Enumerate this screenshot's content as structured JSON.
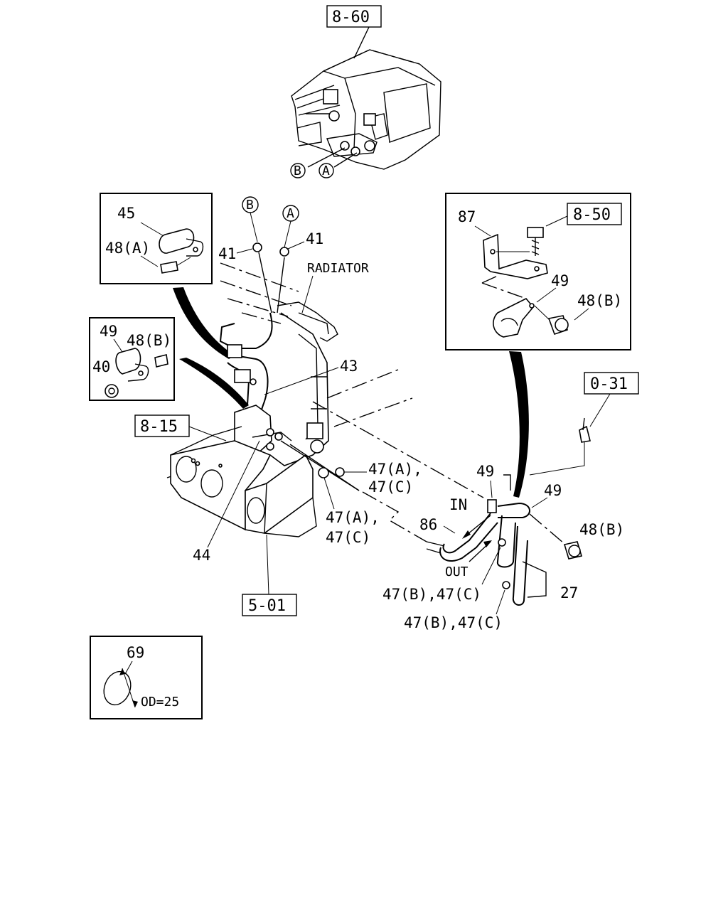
{
  "refs": {
    "r860": "8-60",
    "r850": "8-50",
    "r815": "8-15",
    "r031": "0-31",
    "r501": "5-01"
  },
  "circles": {
    "A": "A",
    "B": "B"
  },
  "labels": {
    "radiator": "RADIATOR",
    "in": "IN",
    "out": "OUT",
    "p41": "41",
    "p43": "43",
    "p44": "44",
    "p45": "45",
    "p48a": "48(A)",
    "p49": "49",
    "p48b": "48(B)",
    "p40": "40",
    "p87": "87",
    "p47a": "47(A),",
    "p47c": "47(C)",
    "p86": "86",
    "p47bc": "47(B),47(C)",
    "p27": "27",
    "p69": "69",
    "od": "OD=25"
  }
}
